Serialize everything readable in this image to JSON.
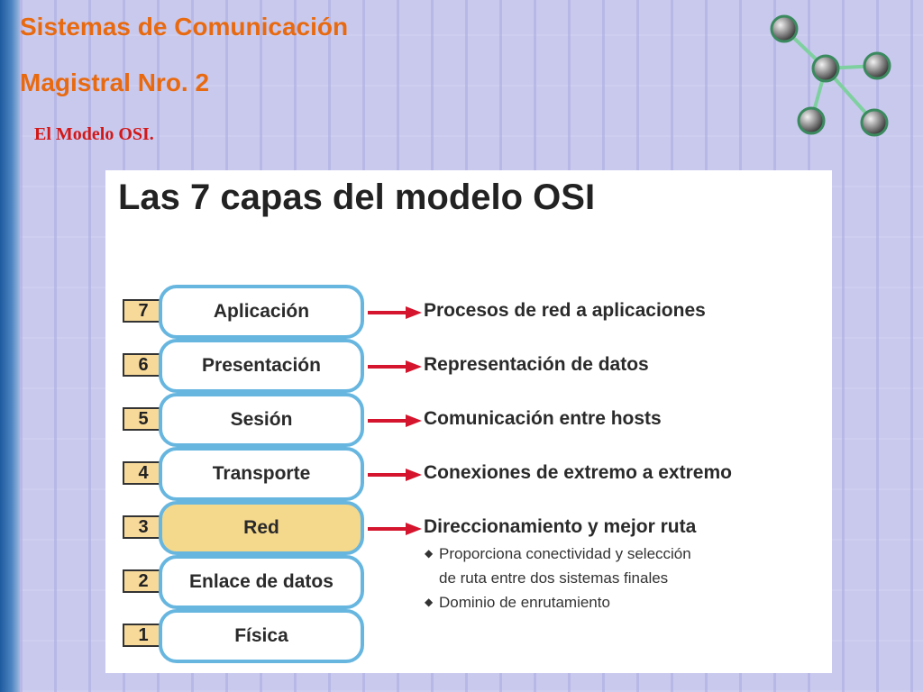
{
  "header": {
    "title_line1": "Sistemas de Comunicación",
    "title_line2": "Magistral Nro. 2",
    "subtitle": "El Modelo OSI."
  },
  "diagram": {
    "title": "Las 7 capas del modelo OSI",
    "layers": [
      {
        "number": "7",
        "name": "Aplicación",
        "description": "Procesos de red a aplicaciones"
      },
      {
        "number": "6",
        "name": "Presentación",
        "description": "Representación de datos"
      },
      {
        "number": "5",
        "name": "Sesión",
        "description": "Comunicación entre hosts"
      },
      {
        "number": "4",
        "name": "Transporte",
        "description": "Conexiones de extremo a extremo"
      },
      {
        "number": "3",
        "name": "Red",
        "description": "Direccionamiento y mejor ruta",
        "highlighted": true
      },
      {
        "number": "2",
        "name": "Enlace de datos",
        "description": ""
      },
      {
        "number": "1",
        "name": "Física",
        "description": ""
      }
    ],
    "details": {
      "bullet1_line1": "Proporciona conectividad y selección",
      "bullet1_line2": "de ruta entre dos sistemas finales",
      "bullet2": "Dominio de enrutamiento"
    }
  },
  "colors": {
    "title": "#e86a10",
    "subtitle": "#d21818",
    "pill_border": "#67b6e0",
    "highlight": "#f4d88c",
    "arrow": "#d4152d",
    "number_box": "#f7d99a"
  }
}
